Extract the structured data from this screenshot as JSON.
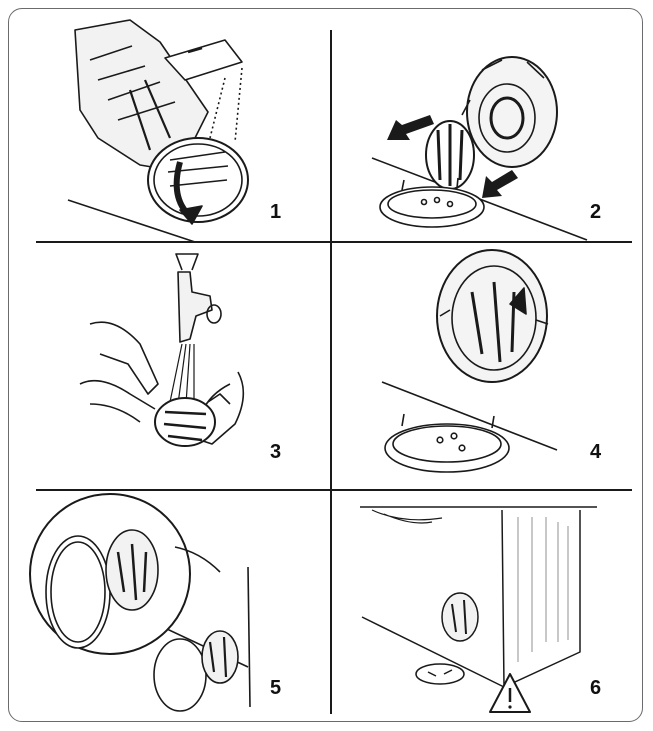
{
  "steps": [
    {
      "number": "1"
    },
    {
      "number": "2"
    },
    {
      "number": "3"
    },
    {
      "number": "4"
    },
    {
      "number": "5"
    },
    {
      "number": "6"
    }
  ],
  "colors": {
    "line": "#1a1a1a",
    "frame": "#6b6b6b",
    "background": "#ffffff"
  },
  "icons": [
    "warning-triangle-icon",
    "arrow-icon"
  ]
}
